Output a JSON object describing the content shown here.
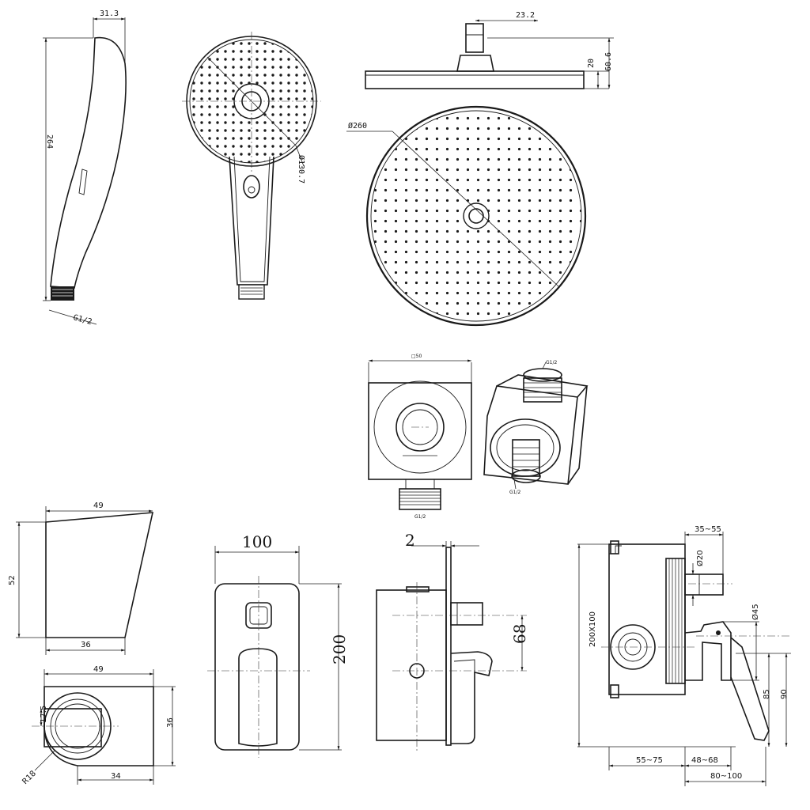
{
  "hand_shower_side": {
    "width": "31.3",
    "length": "264",
    "thread": "G1/2"
  },
  "hand_shower_front": {
    "diameter": "Ø130.7"
  },
  "rain_head_side": {
    "arm_offset": "23.2",
    "plate_thickness": "20",
    "total_height": "60.6"
  },
  "rain_head_front": {
    "diameter": "Ø260"
  },
  "wall_elbow": {
    "width": "□50",
    "thread_top": "G1/2",
    "thread_side": "G1/2",
    "thread_bottom": "G1/2"
  },
  "bracket_side": {
    "top_width": "49",
    "height": "52",
    "bottom_width": "36"
  },
  "bracket_plan": {
    "width": "49",
    "depth": "36",
    "offset": "17.5",
    "radius": "R18",
    "base_width": "34"
  },
  "trim_plate": {
    "width": "100",
    "height": "200"
  },
  "mixer_side": {
    "plate_thickness": "2",
    "outlet_spacing": "68"
  },
  "valve_body": {
    "outlet_length": "35~55",
    "outlet_dia": "Ø20",
    "box_size": "200X100",
    "handle_dia": "Ø45",
    "depth_a": "55~75",
    "depth_b": "48~68",
    "depth_total": "80~100",
    "height_a": "85",
    "height_b": "90"
  }
}
